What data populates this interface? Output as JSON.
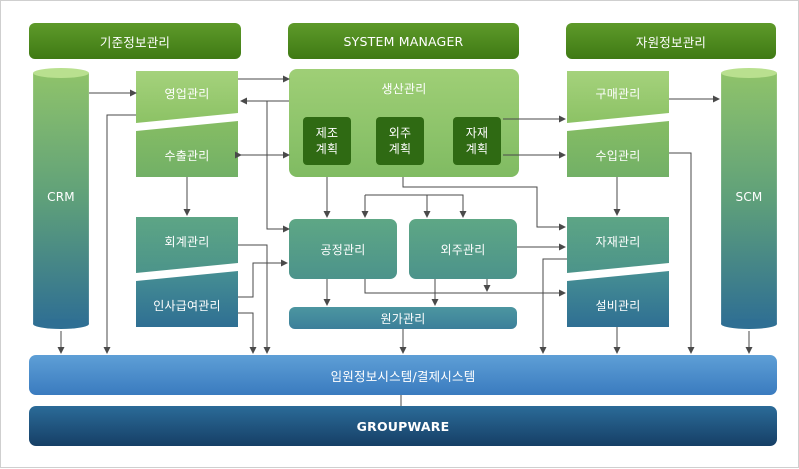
{
  "headers": {
    "master_data": "기준정보관리",
    "system_manager": "SYSTEM MANAGER",
    "resource_info": "자원정보관리"
  },
  "side": {
    "crm": "CRM",
    "scm": "SCM"
  },
  "left_modules": {
    "sales": "영업관리",
    "export": "수출관리",
    "accounting": "회계관리",
    "hr_payroll": "인사급여관리"
  },
  "production": {
    "title": "생산관리",
    "manufacturing_plan": [
      "제조",
      "계획"
    ],
    "outsourcing_plan": [
      "외주",
      "계획"
    ],
    "material_plan": [
      "자재",
      "계획"
    ]
  },
  "middle_modules": {
    "process": "공정관리",
    "outsourcing": "외주관리",
    "cost": "원가관리"
  },
  "right_modules": {
    "purchase": "구매관리",
    "import": "수입관리",
    "material": "자재관리",
    "equipment": "설비관리"
  },
  "bottom": {
    "erp": "임원정보시스템/결제시스템",
    "groupware": "GROUPWARE"
  },
  "colors": {
    "header_green": "#3f7a14",
    "light_green": "#9fcf76",
    "teal": "#4d958a",
    "blue": "#2f6f93",
    "dark_navy": "#1a4c72",
    "arrow": "#4a4a4a"
  }
}
